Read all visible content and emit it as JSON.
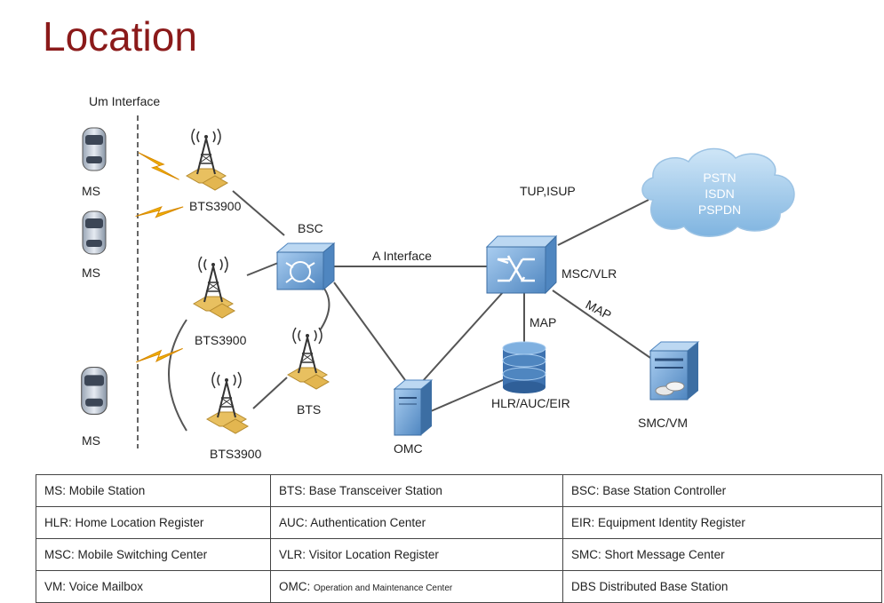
{
  "title": "Location",
  "diagram": {
    "um_interface": "Um Interface",
    "ms_labels": [
      "MS",
      "MS",
      "MS"
    ],
    "bts_labels": [
      "BTS3900",
      "BTS3900",
      "BTS3900",
      "BTS"
    ],
    "bsc": "BSC",
    "a_interface": "A Interface",
    "msc_vlr": "MSC/VLR",
    "tup_isup": "TUP,ISUP",
    "cloud_lines": [
      "PSTN",
      "ISDN",
      "PSPDN"
    ],
    "map_vertical": "MAP",
    "map_diagonal": "MAP",
    "hlr": "HLR/AUC/EIR",
    "omc": "OMC",
    "smc": "SMC/VM"
  },
  "legend": {
    "rows": [
      [
        "MS: Mobile Station",
        "BTS: Base Transceiver Station",
        "BSC: Base Station Controller"
      ],
      [
        "HLR: Home Location Register",
        "AUC: Authentication Center",
        "EIR: Equipment Identity Register"
      ],
      [
        "MSC: Mobile Switching Center",
        "VLR: Visitor Location Register",
        "SMC: Short  Message Center"
      ],
      [
        "VM: Voice Mailbox",
        "OMC: Operation and Maintenance Center",
        "DBS  Distributed Base Station"
      ]
    ],
    "omc_prefix": "OMC: ",
    "omc_rest": "Operation and Maintenance Center"
  },
  "colors": {
    "title": "#8b1a1a",
    "device": "#6f9fd0",
    "lightning": "#f2b300",
    "hex": "#e8c060"
  }
}
